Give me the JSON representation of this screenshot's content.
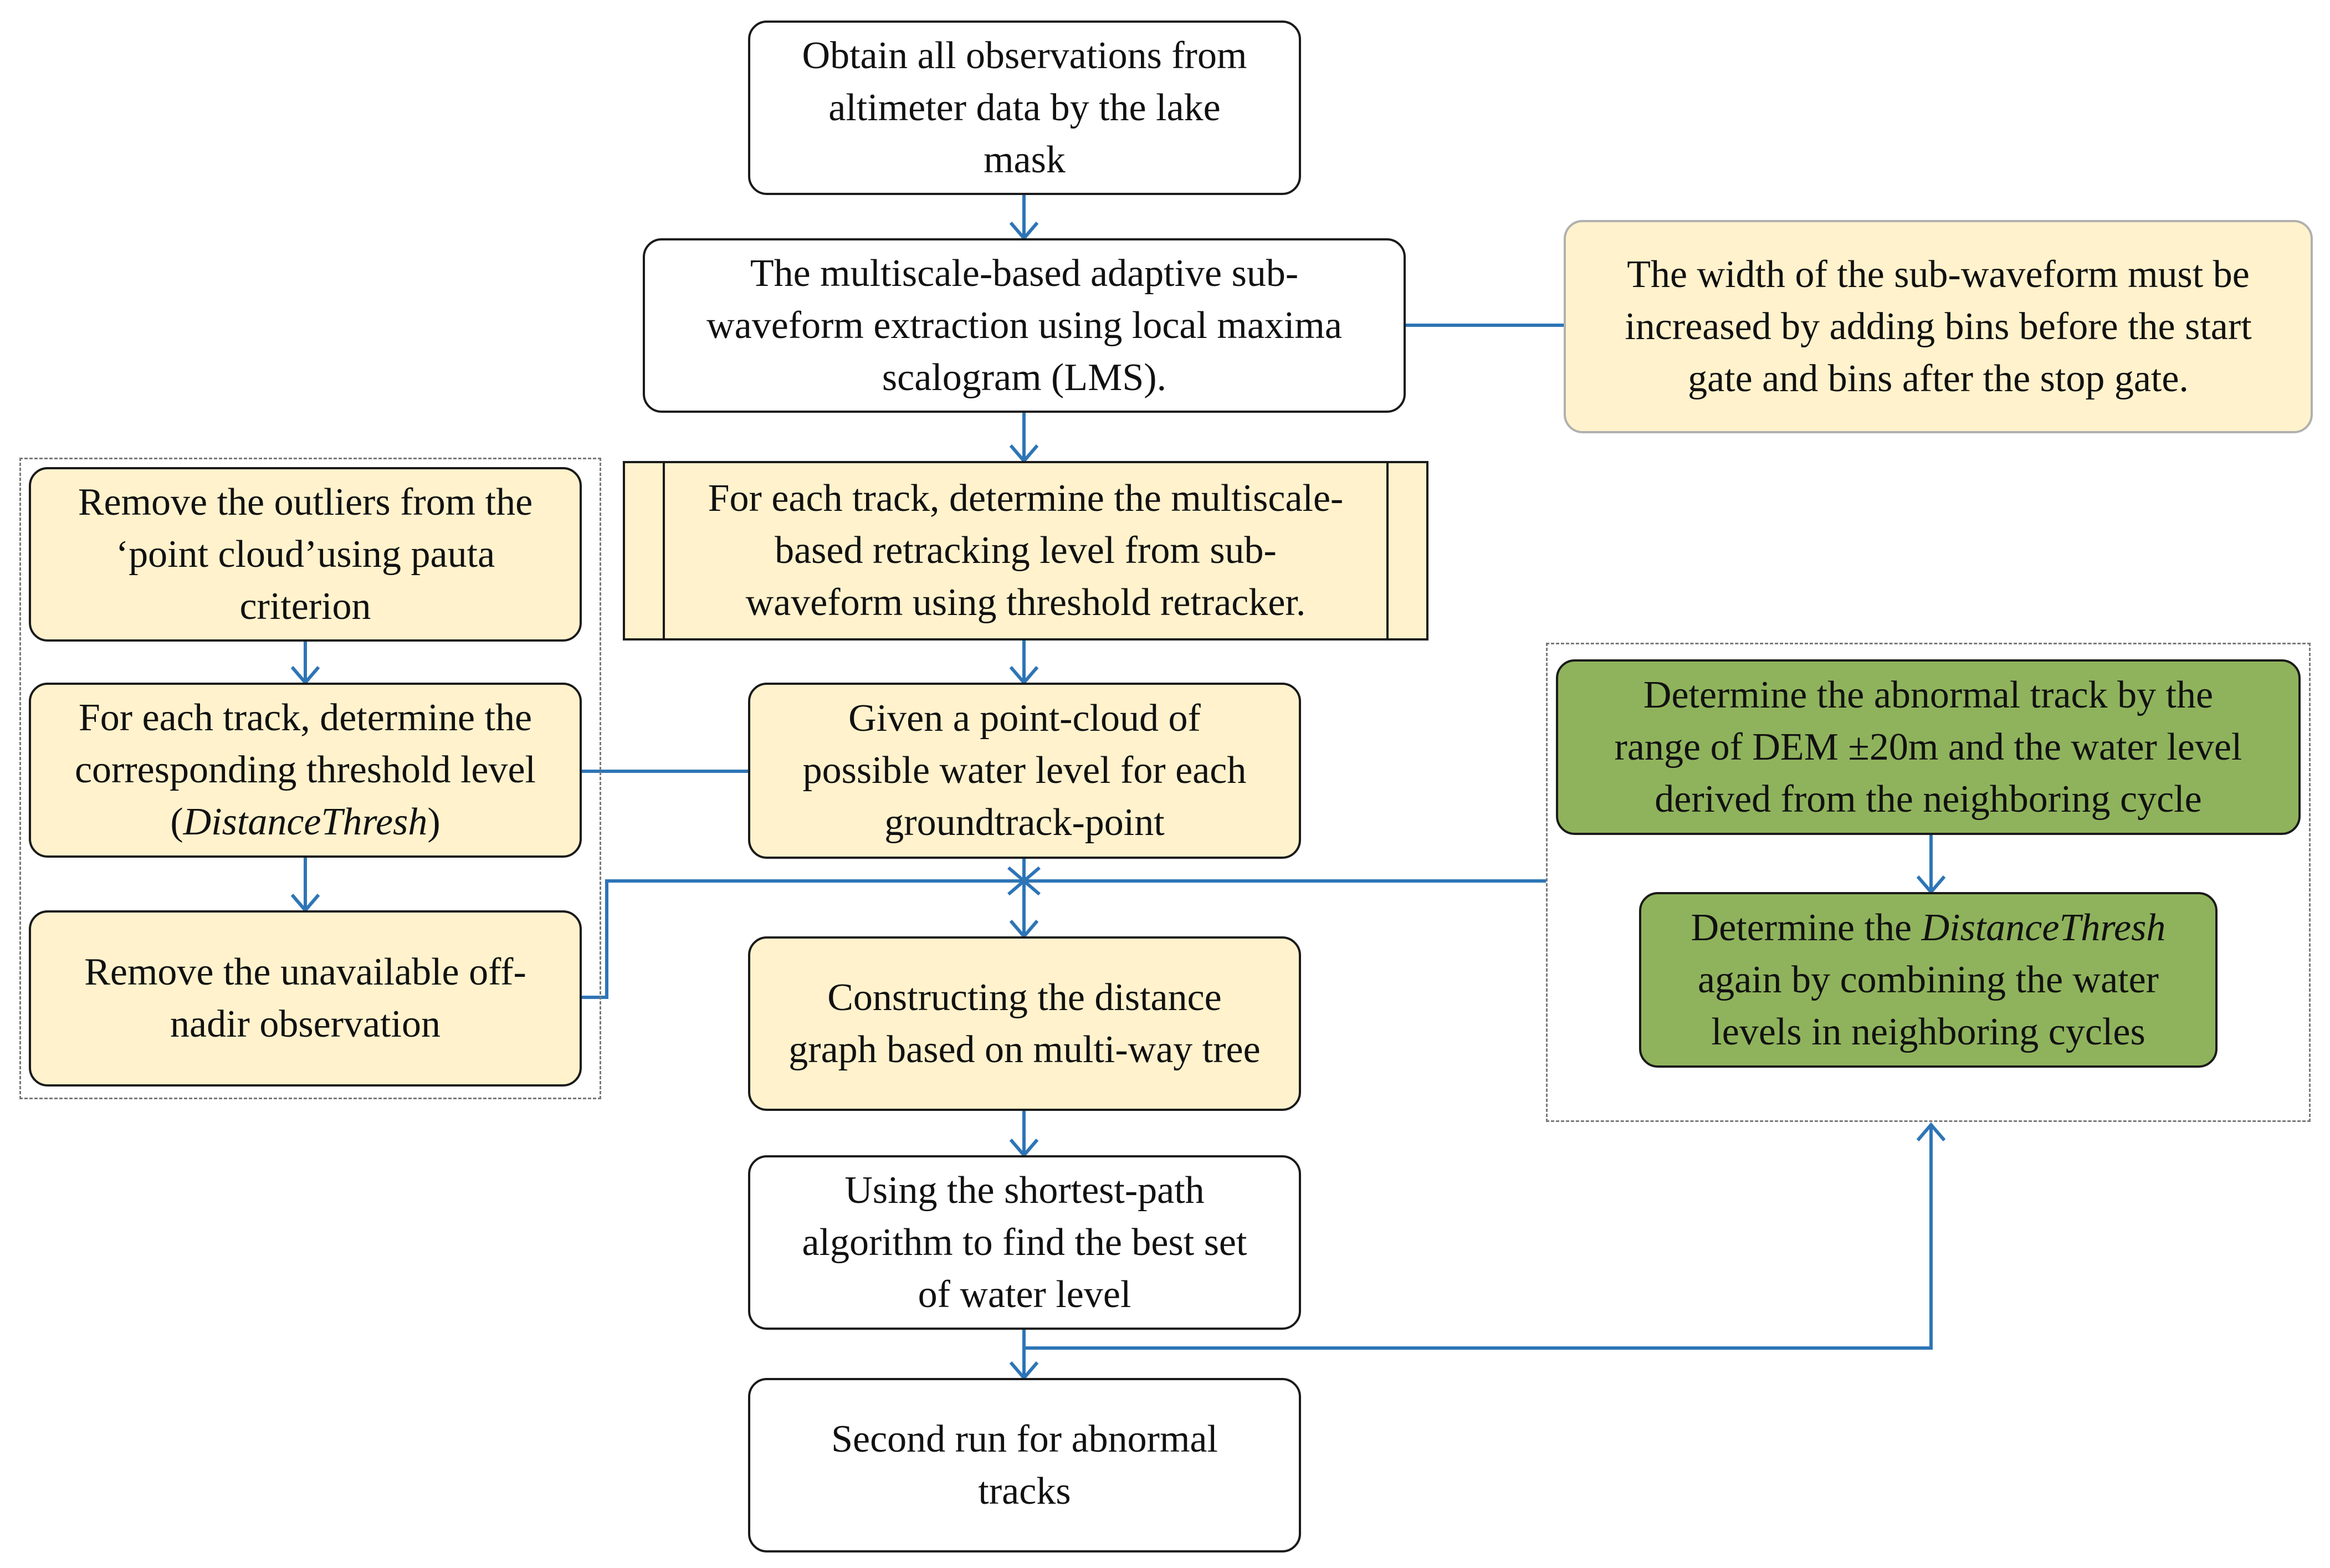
{
  "nodes": {
    "obtain": "Obtain all observations from\naltimeter data by the lake\nmask",
    "extract": "The multiscale-based adaptive sub-\nwaveform extraction using local maxima\nscalogram (LMS).",
    "note_width": "The width of the sub-waveform must be\nincreased by adding bins before the start\ngate and bins after the stop gate.",
    "retrack": "For each track, determine the multiscale-\nbased retracking level from sub-\nwaveform using threshold retracker.",
    "point_cloud": "Given a point-cloud of\npossible water level for each\ngroundtrack-point",
    "distance_graph": "Constructing the distance\ngraph based on multi-way tree",
    "shortest_path": "Using the shortest-path\nalgorithm to find the best set\nof water level",
    "second_run": "Second run for abnormal\ntracks",
    "remove_outliers": "Remove the outliers from the\n‘point cloud’using pauta\ncriterion",
    "threshold_level_a": "For each track, determine the\ncorresponding threshold level\n(",
    "threshold_level_em": "DistanceThresh",
    "threshold_level_b": ")",
    "remove_offnadir": "Remove the unavailable off-\nnadir observation",
    "abnormal_track": "Determine the abnormal track by the\nrange of DEM ±20m and the water level\nderived from the neighboring cycle",
    "again_a": "Determine the ",
    "again_em": "DistanceThresh",
    "again_b": "\nagain by combining the water\nlevels in neighboring cycles"
  },
  "colors": {
    "arrow": "#2e75b6",
    "border": "#1a1a1a",
    "yellow_fill": "#fff2cc",
    "green_fill": "#8fb35c",
    "group_border": "#7a7a7a"
  }
}
